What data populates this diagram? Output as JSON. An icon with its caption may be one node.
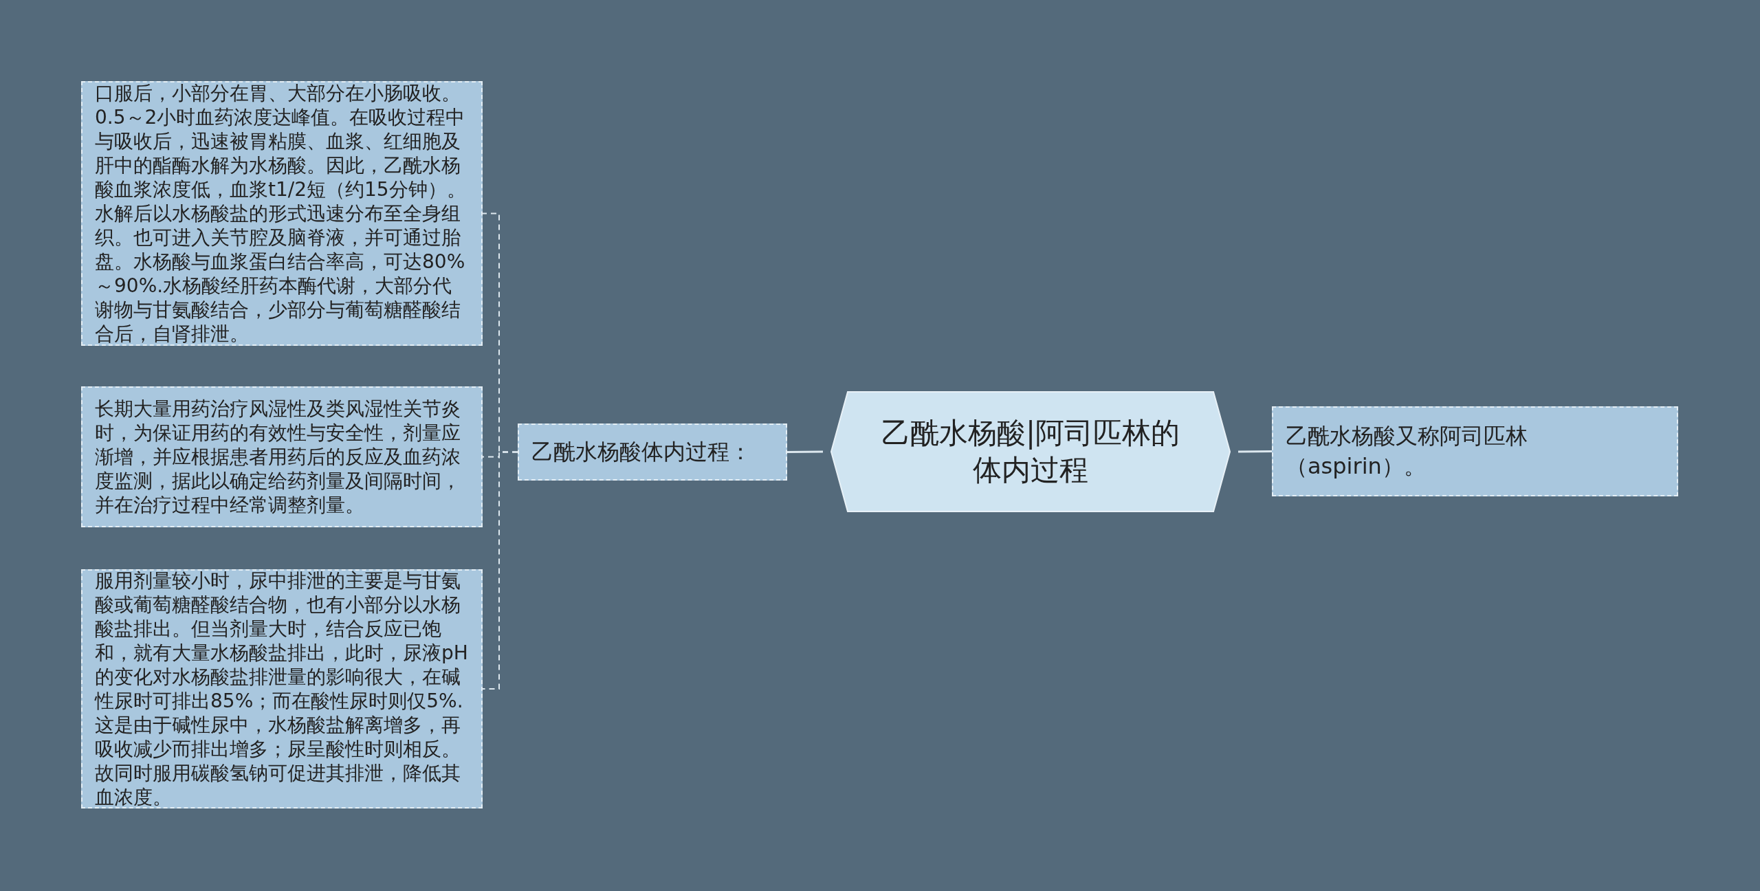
{
  "diagram": {
    "nodes": [
      {
        "text": [
          "乙酰水杨酸|阿司匹林的体内过程"
        ]
      },
      {
        "text": [
          "乙酰水杨酸体内过程："
        ]
      },
      {
        "text": [
          "口服后，小部分在胃、大部分在小肠吸收。0.5～2小时血药浓度达峰值。在吸收过程中与吸收后，迅速被胃粘膜、血浆、红细胞及肝中的酯酶水解为水杨酸。因此，乙酰水杨酸血浆浓度低，血浆t1/2短（约15分钟）。水解后以水杨酸盐的形式迅速分布至全身组织。也可进入关节腔及脑脊液，并可通过胎盘。水杨酸与血浆蛋白结合率高，可达80%～90%.水杨酸经肝药本酶代谢，大部分代谢物与甘氨酸结合，少部分与葡萄糖醛酸结合后，自肾排泄。"
        ]
      },
      {
        "text": [
          "长期大量用药治疗风湿性及类风湿性关节炎时，为保证用药的有效性与安全性，剂量应渐增，并应根据患者用药后的反应及血药浓度监测，据此以确定给药剂量及间隔时间，并在治疗过程中经常调整剂量。"
        ]
      },
      {
        "text": [
          "服用剂量较小时，尿中排泄的主要是与甘氨酸或葡萄糖醛酸结合物，也有小部分以水杨酸盐排出。但当剂量大时，结合反应已饱和，就有大量水杨酸盐排出，此时，尿液pH的变化对水杨酸盐排泄量的影响很大，在碱性尿时可排出85%；而在酸性尿时则仅5%.这是由于碱性尿中，水杨酸盐解离增多，再吸收减少而排出增多；尿呈酸性时则相反。故同时服用碳酸氢钠可促进其排泄，降低其血浓度。"
        ]
      },
      {
        "text": [
          "乙酰水杨酸又称阿司匹林（aspirin）。"
        ]
      }
    ],
    "edges": [
      {
        "from": 0,
        "to": 1,
        "arrow": "none"
      },
      {
        "from": 1,
        "to": 2,
        "arrow": "none",
        "style": "dashed"
      },
      {
        "from": 1,
        "to": 3,
        "arrow": "none",
        "style": "dashed"
      },
      {
        "from": 1,
        "to": 4,
        "arrow": "none",
        "style": "dashed"
      },
      {
        "from": 0,
        "to": 5,
        "arrow": "none"
      }
    ]
  }
}
